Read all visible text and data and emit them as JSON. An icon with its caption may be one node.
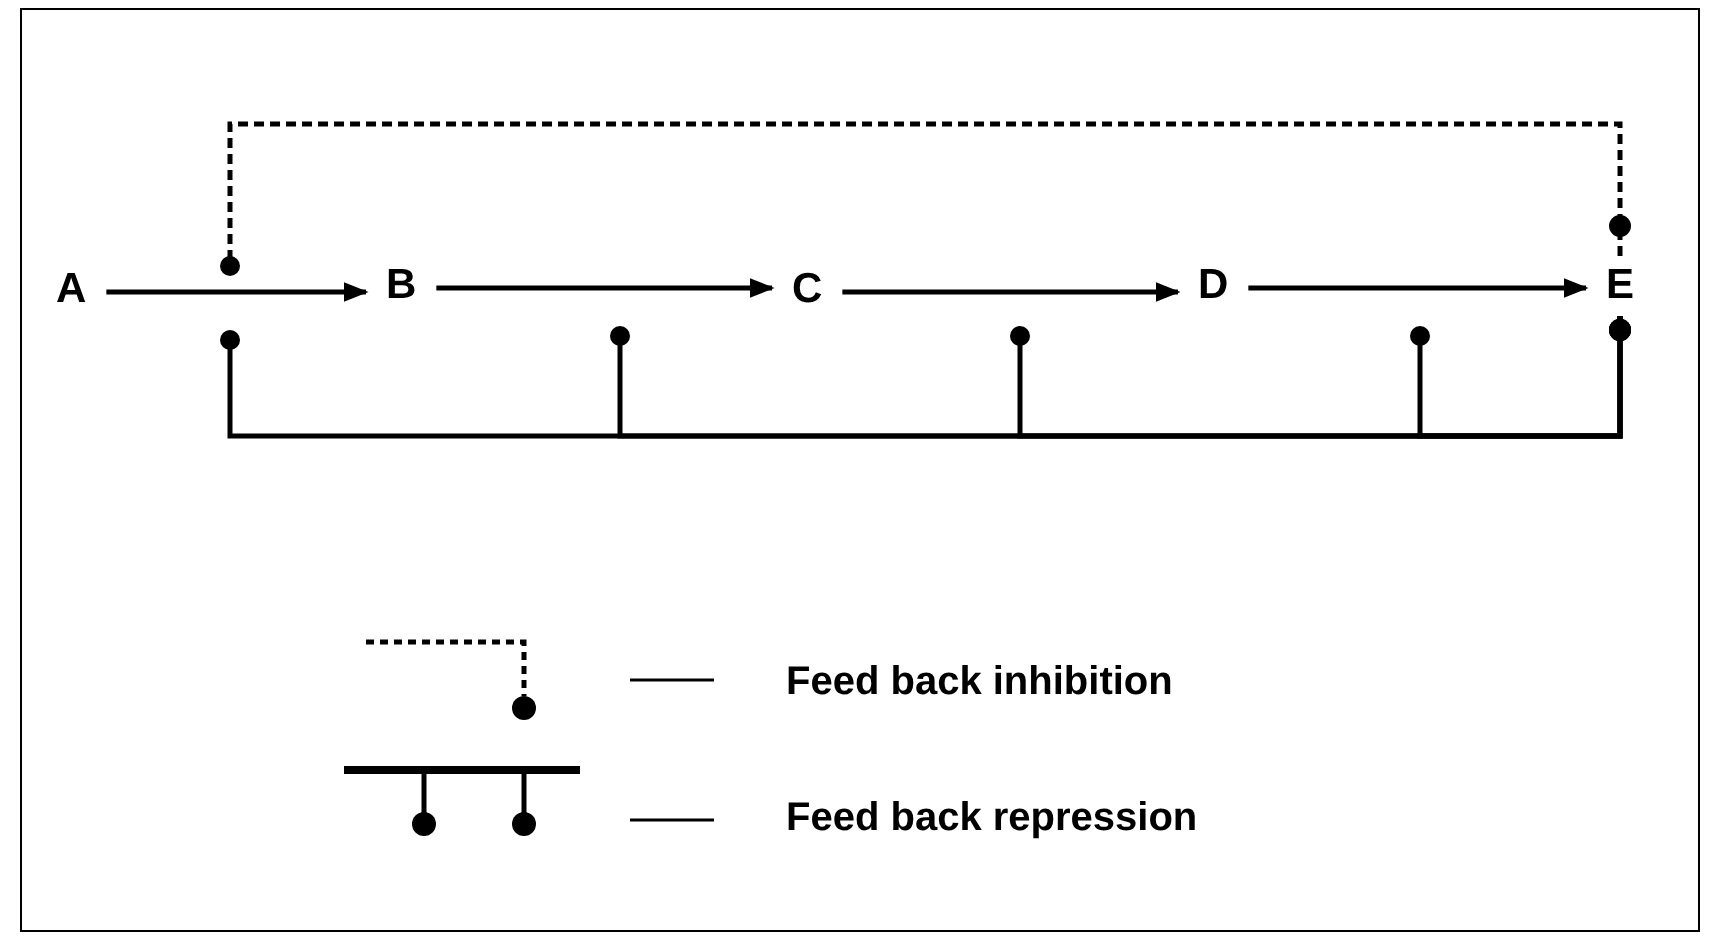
{
  "diagram": {
    "nodes": [
      {
        "text": [
          "A"
        ]
      },
      {
        "text": [
          "B"
        ]
      },
      {
        "text": [
          "C"
        ]
      },
      {
        "text": [
          "D"
        ]
      },
      {
        "text": [
          "E"
        ]
      }
    ],
    "edges": [
      {
        "from": 0,
        "to": 1,
        "arrow": "to"
      },
      {
        "from": 1,
        "to": 2,
        "arrow": "to"
      },
      {
        "from": 2,
        "to": 3,
        "arrow": "to"
      },
      {
        "from": 3,
        "to": 4,
        "arrow": "to"
      },
      {
        "from": 4,
        "to": null,
        "arrow": "other",
        "style": "dashed"
      },
      {
        "from": 4,
        "to": null,
        "arrow": "other"
      },
      {
        "from": 4,
        "to": null,
        "arrow": "other"
      },
      {
        "from": 4,
        "to": null,
        "arrow": "other"
      },
      {
        "from": 4,
        "to": null,
        "arrow": "other"
      }
    ],
    "legend": [
      {
        "text": "Feed back inhibition"
      },
      {
        "text": "Feed back repression"
      }
    ]
  }
}
